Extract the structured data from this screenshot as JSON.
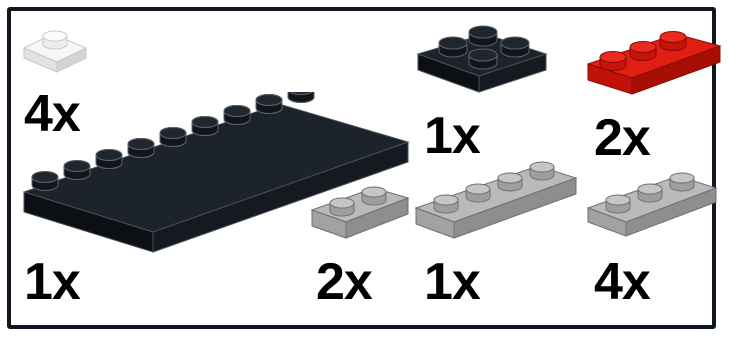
{
  "parts_list": {
    "items": [
      {
        "part": "plate-1x1-transparent",
        "color": "#f0f0f0",
        "quantity_label": "4x"
      },
      {
        "part": "plate-2x2-black",
        "color": "#121820",
        "quantity_label": "1x"
      },
      {
        "part": "plate-1x3-red",
        "color": "#d41a10",
        "quantity_label": "2x"
      },
      {
        "part": "plate-4x8-black",
        "color": "#121820",
        "quantity_label": "1x"
      },
      {
        "part": "plate-1x2-light-gray",
        "color": "#a8aaab",
        "quantity_label": "2x"
      },
      {
        "part": "plate-1x4-light-gray",
        "color": "#a8aaab",
        "quantity_label": "1x"
      },
      {
        "part": "plate-1x3-light-gray",
        "color": "#a8aaab",
        "quantity_label": "4x"
      }
    ]
  }
}
